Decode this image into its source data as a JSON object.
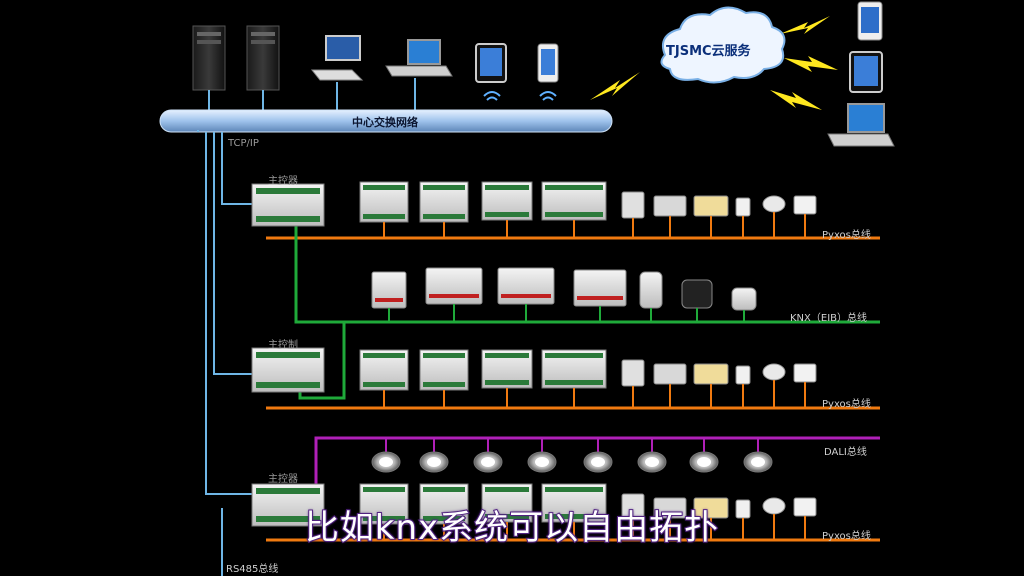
{
  "backbone": {
    "label": "中心交换网络"
  },
  "protocol": {
    "label": "TCP/IP"
  },
  "cloud": {
    "label": "TJSMC云服务"
  },
  "controllers": [
    {
      "label": "主控器"
    },
    {
      "label": "主控制"
    },
    {
      "label": "主控器"
    }
  ],
  "buses": {
    "pyxos_1": "Pyxos总线",
    "knx": "KNX（EIB）总线",
    "pyxos_2": "Pyxos总线",
    "dali": "DALI总线",
    "pyxos_3": "Pyxos总线",
    "rs485": "RS485总线"
  },
  "caption": "比如knx系统可以自由拓扑",
  "colors": {
    "pyxos": "#f07a10",
    "knx": "#1faa3a",
    "dali": "#b020b8",
    "tcpip": "#6fb6e6",
    "backbone": "#a9c9ee"
  }
}
